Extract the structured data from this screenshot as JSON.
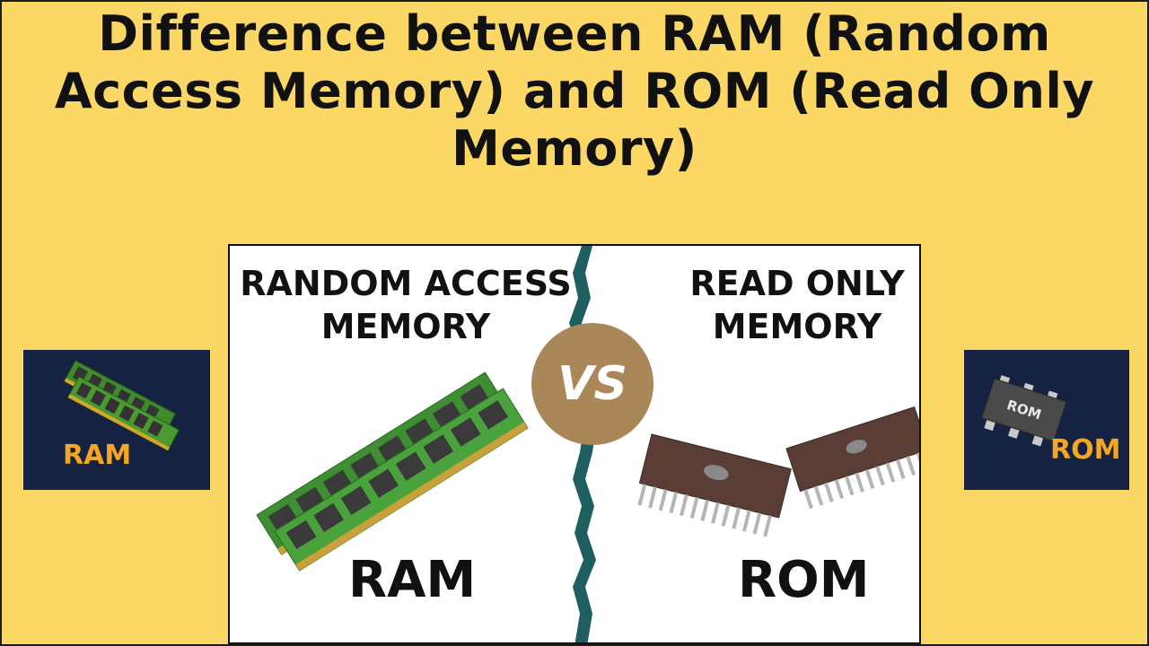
{
  "title": {
    "line1": "Difference between RAM (Random",
    "line2": "Access Memory) and ROM (Read Only",
    "line3": "Memory)"
  },
  "panel": {
    "left_heading_line1": "RANDOM ACCESS",
    "left_heading_line2": "MEMORY",
    "right_heading_line1": "READ ONLY",
    "right_heading_line2": "MEMORY",
    "vs": "VS",
    "left_label": "RAM",
    "right_label": "ROM"
  },
  "left_card": {
    "label": "RAM"
  },
  "right_card": {
    "label": "ROM",
    "chip_text": "ROM"
  },
  "colors": {
    "background": "#fbd866",
    "card_bg": "#162241",
    "card_label": "#f5a623",
    "vs_circle": "#a98758",
    "crack": "#1f5f5f"
  }
}
